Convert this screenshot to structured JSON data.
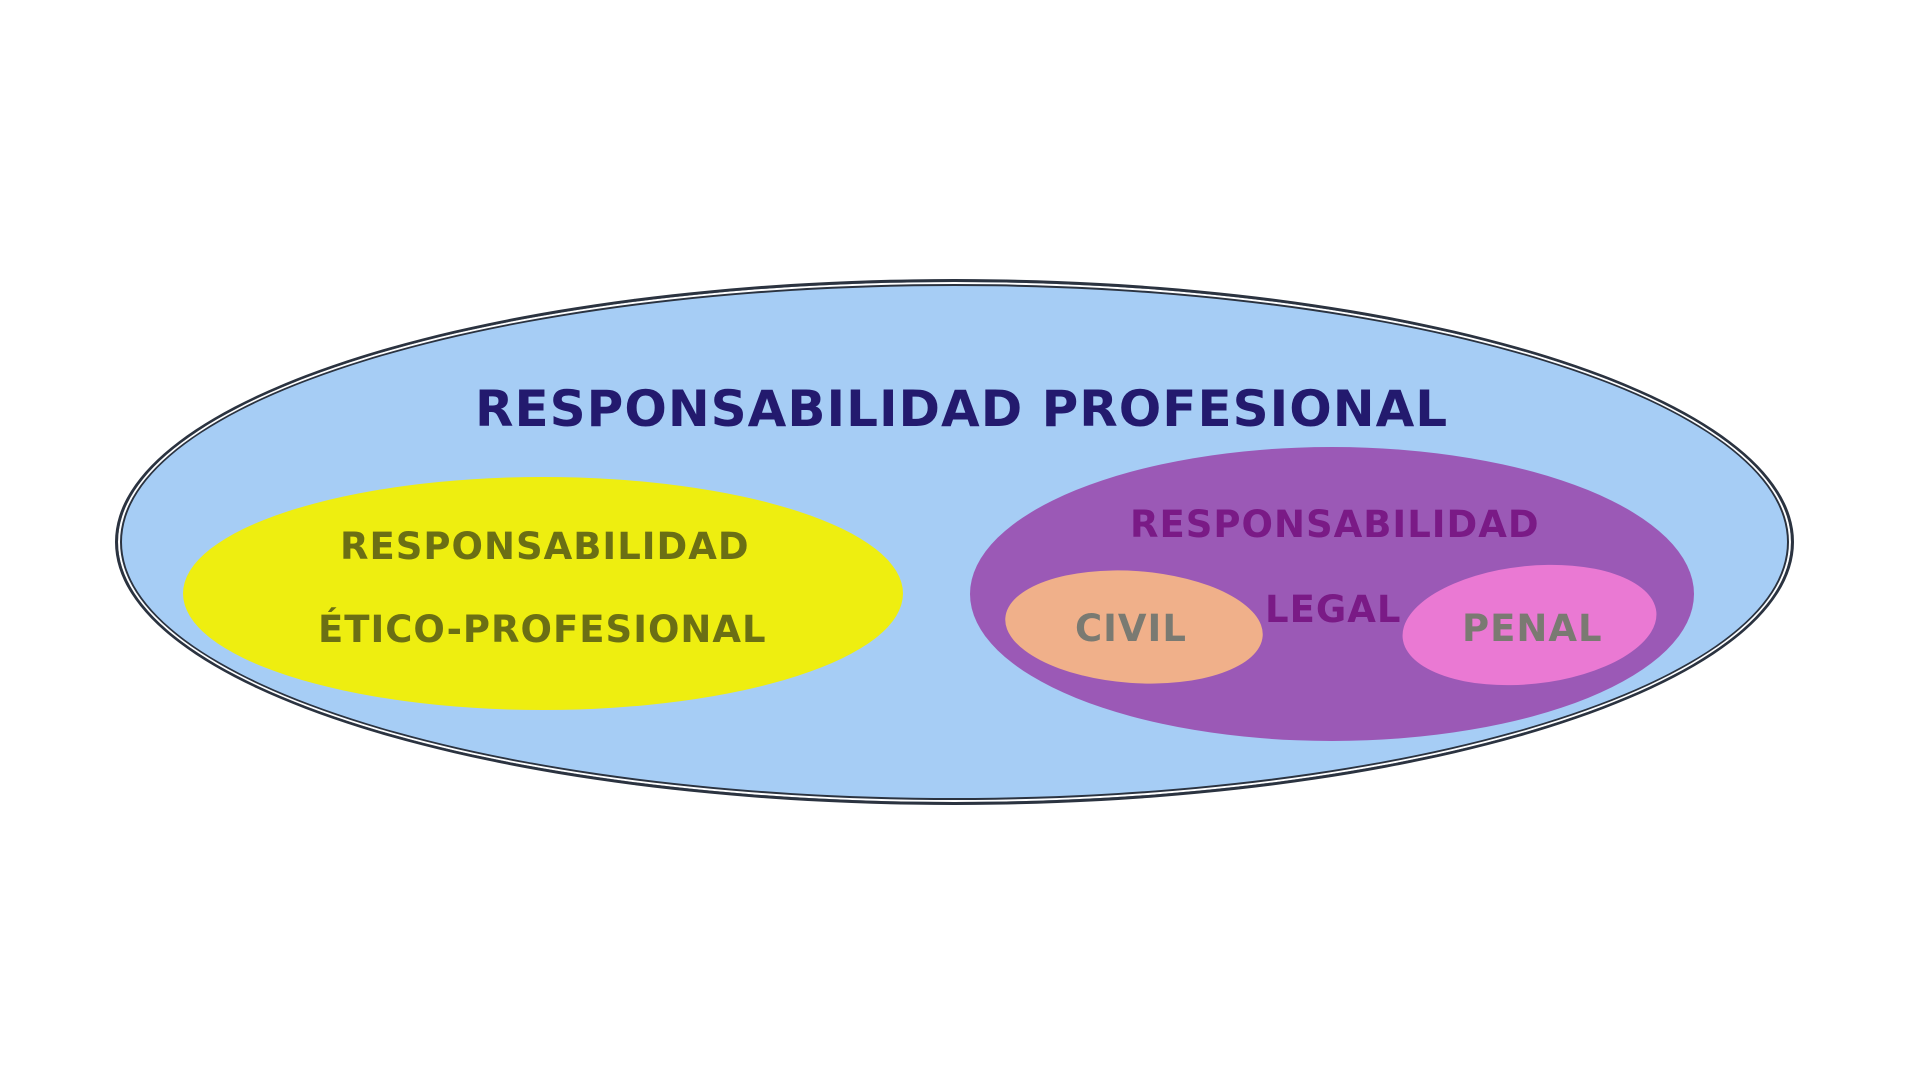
{
  "diagram": {
    "title": "RESPONSABILIDAD PROFESIONAL",
    "ethical": {
      "line1": "RESPONSABILIDAD",
      "line2": "ÉTICO-PROFESIONAL"
    },
    "legal": {
      "line1": "RESPONSABILIDAD",
      "line2": "LEGAL",
      "civil": "CIVIL",
      "penal": "PENAL"
    },
    "colors": {
      "outer_fill": "#a6cdf5",
      "outer_stroke": "#2b3340",
      "ethical_fill": "#eeee10",
      "legal_fill": "#9b59b6",
      "civil_fill": "#f0b08a",
      "penal_fill": "#ea79d3",
      "title_text": "#231a6e",
      "ethical_text": "#6b6f14",
      "legal_text": "#7a1a86",
      "sub_text": "#7a7a72"
    }
  }
}
